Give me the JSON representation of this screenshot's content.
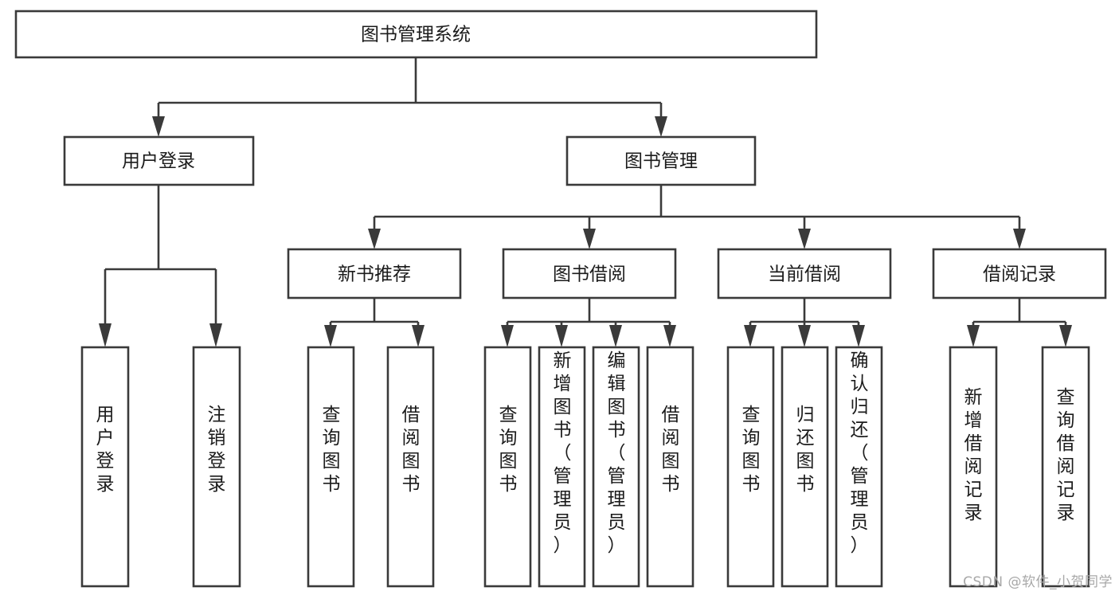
{
  "diagram": {
    "type": "tree",
    "title": "图书管理系统",
    "watermark": "CSDN @软件_小贺同学",
    "colors": {
      "stroke": "#3a3a3a",
      "background": "#ffffff",
      "text": "#1b1b1b",
      "watermark": "#a8a8a8"
    },
    "levels": {
      "root": {
        "label": "图书管理系统"
      },
      "level2": [
        {
          "label": "用户登录"
        },
        {
          "label": "图书管理"
        }
      ],
      "level3": [
        {
          "label": "新书推荐"
        },
        {
          "label": "图书借阅"
        },
        {
          "label": "当前借阅"
        },
        {
          "label": "借阅记录"
        }
      ],
      "leaves": {
        "user_login": [
          {
            "label": "用户登录"
          },
          {
            "label": "注销登录"
          }
        ],
        "new_book_recommend": [
          {
            "label": "查询图书"
          },
          {
            "label": "借阅图书"
          }
        ],
        "book_borrow": [
          {
            "label": "查询图书"
          },
          {
            "label": "新增图书（管理员）"
          },
          {
            "label": "编辑图书（管理员）"
          },
          {
            "label": "借阅图书"
          }
        ],
        "current_borrow": [
          {
            "label": "查询图书"
          },
          {
            "label": "归还图书"
          },
          {
            "label": "确认归还（管理员）"
          }
        ],
        "borrow_record": [
          {
            "label": "新增借阅记录"
          },
          {
            "label": "查询借阅记录"
          }
        ]
      }
    }
  }
}
